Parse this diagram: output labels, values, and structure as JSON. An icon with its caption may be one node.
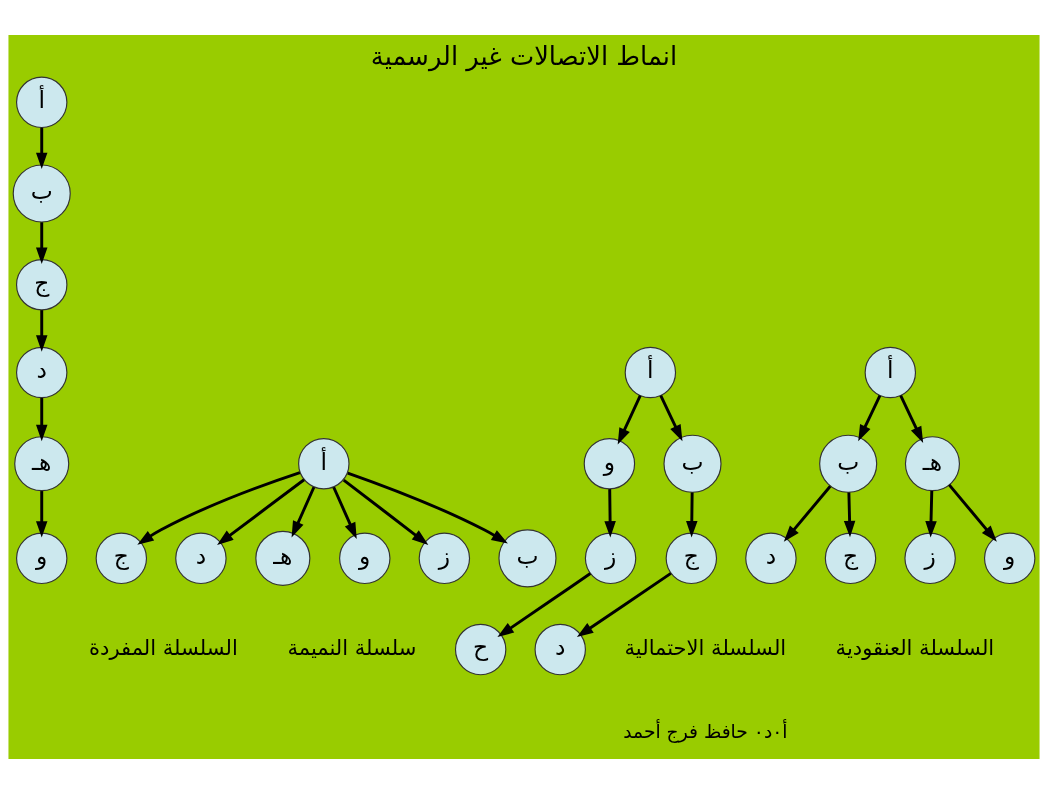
{
  "diagram": {
    "title": "انماط الاتصالات غير الرسمية",
    "nodes": [
      {
        "text": [
          "أ"
        ]
      },
      {
        "text": [
          "ب"
        ]
      },
      {
        "text": [
          "ج"
        ]
      },
      {
        "text": [
          "د"
        ]
      },
      {
        "text": [
          "هـ"
        ]
      },
      {
        "text": [
          "و"
        ]
      },
      {
        "text": [
          "أ"
        ]
      },
      {
        "text": [
          "ب"
        ]
      },
      {
        "text": [
          "ج"
        ]
      },
      {
        "text": [
          "د"
        ]
      },
      {
        "text": [
          "هـ"
        ]
      },
      {
        "text": [
          "و"
        ]
      },
      {
        "text": [
          "ز"
        ]
      },
      {
        "text": [
          "أ"
        ]
      },
      {
        "text": [
          "و"
        ]
      },
      {
        "text": [
          "ز"
        ]
      },
      {
        "text": [
          "ح"
        ]
      },
      {
        "text": [
          "ب"
        ]
      },
      {
        "text": [
          "ج"
        ]
      },
      {
        "text": [
          "د"
        ]
      },
      {
        "text": [
          "أ"
        ]
      },
      {
        "text": [
          "ب"
        ]
      },
      {
        "text": [
          "ج"
        ]
      },
      {
        "text": [
          "د"
        ]
      },
      {
        "text": [
          "هـ"
        ]
      },
      {
        "text": [
          "و"
        ]
      },
      {
        "text": [
          "ز"
        ]
      }
    ],
    "edges": [
      {
        "from": 0,
        "to": 1,
        "arrow": "to"
      },
      {
        "from": 1,
        "to": 2,
        "arrow": "to"
      },
      {
        "from": 2,
        "to": 3,
        "arrow": "to"
      },
      {
        "from": 3,
        "to": 4,
        "arrow": "to"
      },
      {
        "from": 4,
        "to": 5,
        "arrow": "to"
      },
      {
        "from": 6,
        "to": 7,
        "arrow": "to"
      },
      {
        "from": 6,
        "to": 8,
        "arrow": "to"
      },
      {
        "from": 6,
        "to": 9,
        "arrow": "to"
      },
      {
        "from": 6,
        "to": 10,
        "arrow": "to"
      },
      {
        "from": 6,
        "to": 11,
        "arrow": "to"
      },
      {
        "from": 6,
        "to": 12,
        "arrow": "to"
      },
      {
        "from": 13,
        "to": 14,
        "arrow": "to"
      },
      {
        "from": 14,
        "to": 15,
        "arrow": "to"
      },
      {
        "from": 15,
        "to": 16,
        "arrow": "to"
      },
      {
        "from": 13,
        "to": 17,
        "arrow": "to"
      },
      {
        "from": 17,
        "to": 18,
        "arrow": "to"
      },
      {
        "from": 18,
        "to": 19,
        "arrow": "to"
      },
      {
        "from": 20,
        "to": 21,
        "arrow": "to"
      },
      {
        "from": 21,
        "to": 22,
        "arrow": "to"
      },
      {
        "from": 21,
        "to": 23,
        "arrow": "to"
      },
      {
        "from": 20,
        "to": 24,
        "arrow": "to"
      },
      {
        "from": 24,
        "to": 25,
        "arrow": "to"
      },
      {
        "from": 24,
        "to": 26,
        "arrow": "to"
      }
    ],
    "labels": [
      "السلسلة المفردة",
      "سلسلة النميمة",
      "السلسلة الاحتمالية",
      "السلسلة العنقودية",
      "أ٠د٠ حافظ فرج أحمد"
    ]
  }
}
